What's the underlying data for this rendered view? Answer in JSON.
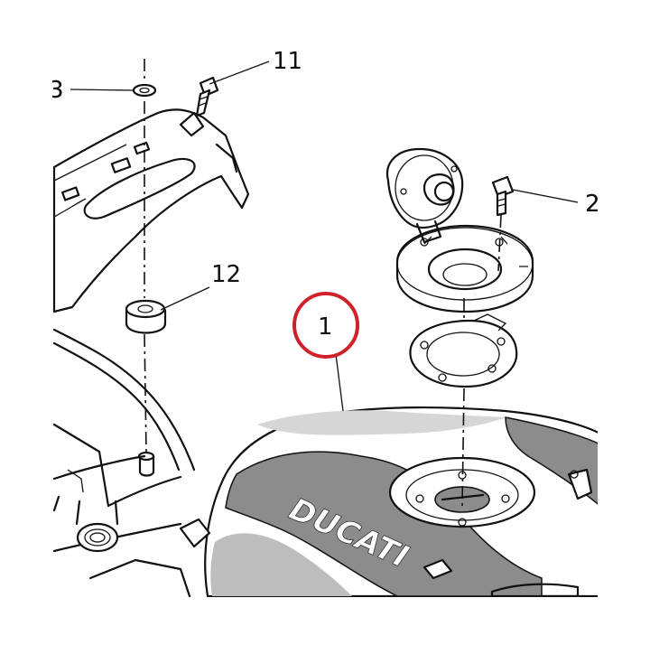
{
  "labels": {
    "part_1": "1",
    "part_2": "2",
    "part_3": "3",
    "part_11": "11",
    "part_12": "12"
  },
  "brand_text": "DUCATI",
  "colors": {
    "line": "#111111",
    "tank_gray": "#8c8c8c",
    "tank_light": "#d6d6d6",
    "highlight_circle": "#d0202a",
    "background": "#ffffff"
  },
  "highlight": {
    "target": "part_1"
  }
}
